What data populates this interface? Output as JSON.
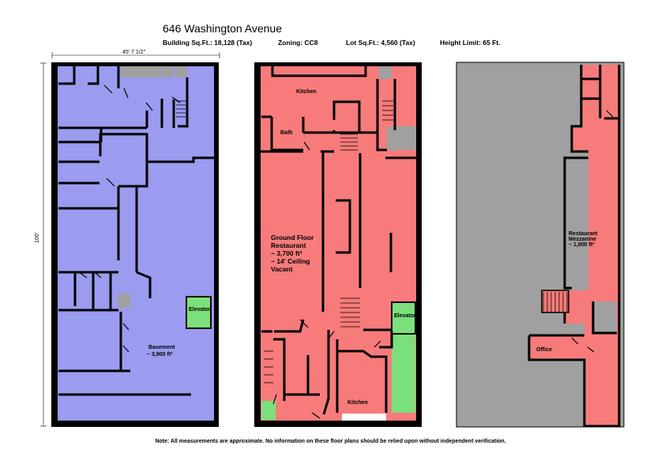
{
  "title": "646 Washington Avenue",
  "meta": {
    "building_sqft": "Building Sq.Ft.: 18,128 (Tax)",
    "zoning": "Zoning: CC8",
    "lot_sqft": "Lot Sq.Ft.: 4,560 (Tax)",
    "height_limit": "Height Limit: 65 Ft."
  },
  "dimensions": {
    "width": "45' 7 1/2\"",
    "depth": "100'"
  },
  "plans": {
    "basement": {
      "elevator": "Elevator",
      "label_1": "Basement",
      "label_2": "~ 3,900 ft²"
    },
    "ground": {
      "kitchen_top": "Kitchen",
      "bath": "Bath",
      "main_1": "Ground Floor",
      "main_2": "Restaurant",
      "main_3": "~ 3,700 ft²",
      "main_4": "~ 14' Ceiling",
      "main_5": "Vacant",
      "elevator": "Elevator",
      "kitchen_bottom": "Kitchen"
    },
    "mezzanine": {
      "label_1": "Restaurant",
      "label_2": "Mezzanine",
      "label_3": "~ 1,000 ft²",
      "office": "Office"
    }
  },
  "colors": {
    "basement": "#9b9bf0",
    "restaurant": "#f77b7b",
    "elevator": "#7be07b",
    "unused": "#a0a0a0",
    "wall": "#000000"
  },
  "note": "Note: All measurements are approximate. No information on these floor plans should be relied upon without independent verification."
}
